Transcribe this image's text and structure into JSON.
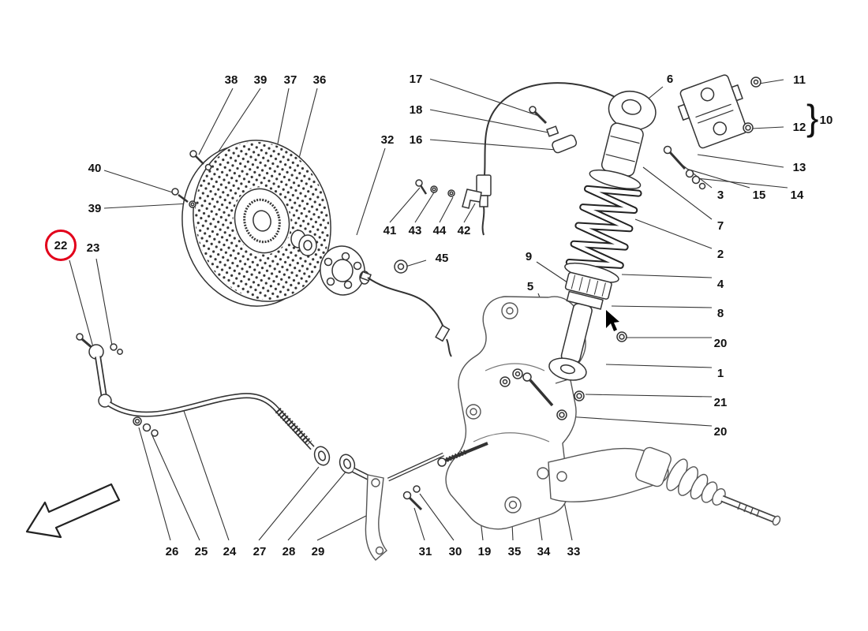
{
  "figure": {
    "type": "exploded-parts-diagram",
    "subject": "rear suspension assembly (shock absorber, brake disc, hub, anti-roll bar, axle)",
    "highlight_color": "#e2001a",
    "line_color": "#2a2a2a",
    "background_color": "#ffffff"
  },
  "brace_glyph": "}",
  "arrow": {
    "direction": "down-left",
    "style": "outline"
  },
  "callouts": [
    {
      "text": "38"
    },
    {
      "text": "39"
    },
    {
      "text": "37"
    },
    {
      "text": "36"
    },
    {
      "text": "17"
    },
    {
      "text": "6"
    },
    {
      "text": "11"
    },
    {
      "text": "18"
    },
    {
      "text": "12"
    },
    {
      "text": "10"
    },
    {
      "text": "16"
    },
    {
      "text": "32"
    },
    {
      "text": "13"
    },
    {
      "text": "40"
    },
    {
      "text": "3"
    },
    {
      "text": "15"
    },
    {
      "text": "14"
    },
    {
      "text": "39"
    },
    {
      "text": "41"
    },
    {
      "text": "43"
    },
    {
      "text": "44"
    },
    {
      "text": "42"
    },
    {
      "text": "7"
    },
    {
      "text": "22",
      "highlighted": true
    },
    {
      "text": "23"
    },
    {
      "text": "2"
    },
    {
      "text": "45"
    },
    {
      "text": "9"
    },
    {
      "text": "4"
    },
    {
      "text": "5"
    },
    {
      "text": "8"
    },
    {
      "text": "20"
    },
    {
      "text": "1"
    },
    {
      "text": "21"
    },
    {
      "text": "20"
    },
    {
      "text": "26"
    },
    {
      "text": "25"
    },
    {
      "text": "24"
    },
    {
      "text": "27"
    },
    {
      "text": "28"
    },
    {
      "text": "29"
    },
    {
      "text": "31"
    },
    {
      "text": "30"
    },
    {
      "text": "19"
    },
    {
      "text": "35"
    },
    {
      "text": "34"
    },
    {
      "text": "33"
    }
  ]
}
